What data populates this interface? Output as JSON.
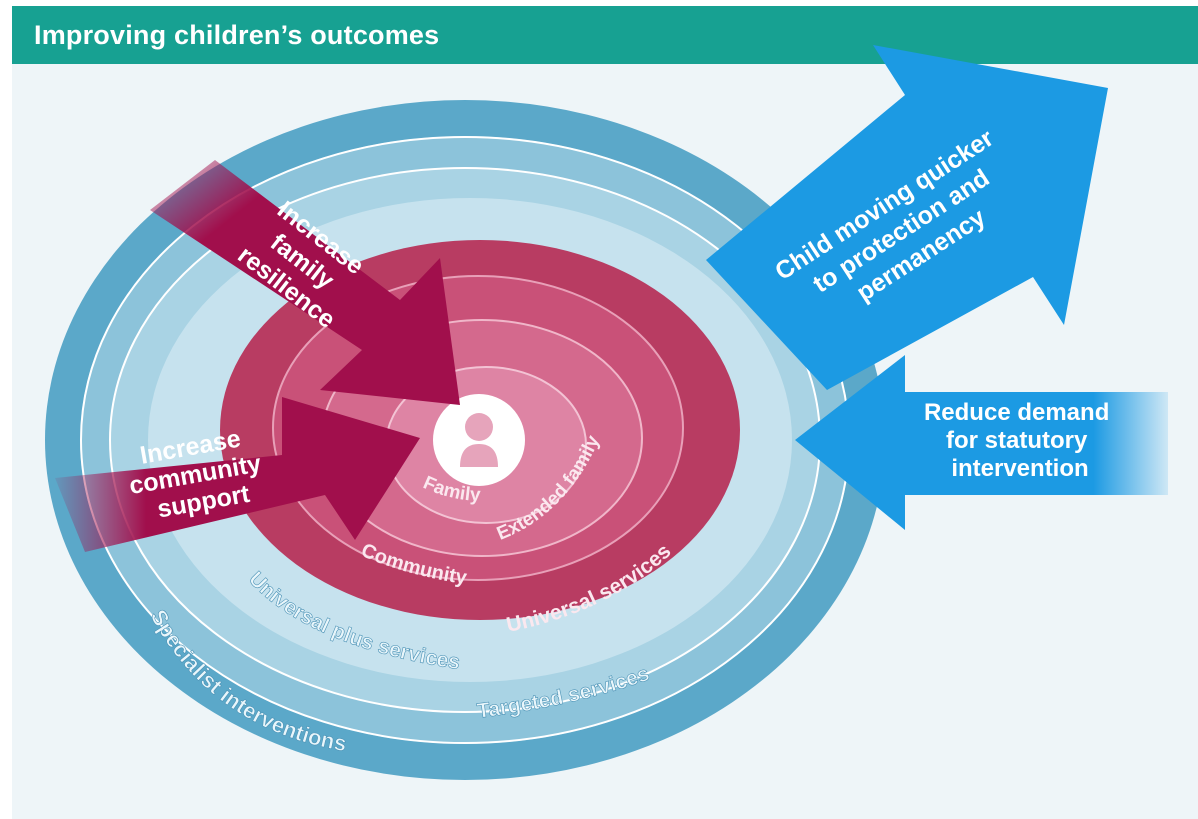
{
  "header": {
    "title": "Improving children’s outcomes"
  },
  "rings": {
    "specialist": "Specialist interventions",
    "targeted": "Targeted services",
    "universal_plus": "Universal plus services",
    "universal": "Universal services",
    "community": "Community",
    "extended_family": "Extended family",
    "family": "Family"
  },
  "arrows": {
    "family_resilience": [
      "Increase",
      "family",
      "resilience"
    ],
    "community_support": [
      "Increase",
      "community",
      "support"
    ],
    "protection": [
      "Child moving quicker",
      "to protection and",
      "permanency"
    ],
    "reduce_demand": [
      "Reduce demand",
      "for statutory",
      "intervention"
    ]
  },
  "colors": {
    "header": "#17a192",
    "outer_blue": "#5ba8c9",
    "mid_blue": "#8cc3da",
    "light_blue": "#c6e2ee",
    "crimson": "#b83c62",
    "pink": "#d4698d",
    "arrow_magenta": "#a10f4c",
    "arrow_blue": "#1c9ae3"
  },
  "icons": {
    "center": "person-icon"
  }
}
